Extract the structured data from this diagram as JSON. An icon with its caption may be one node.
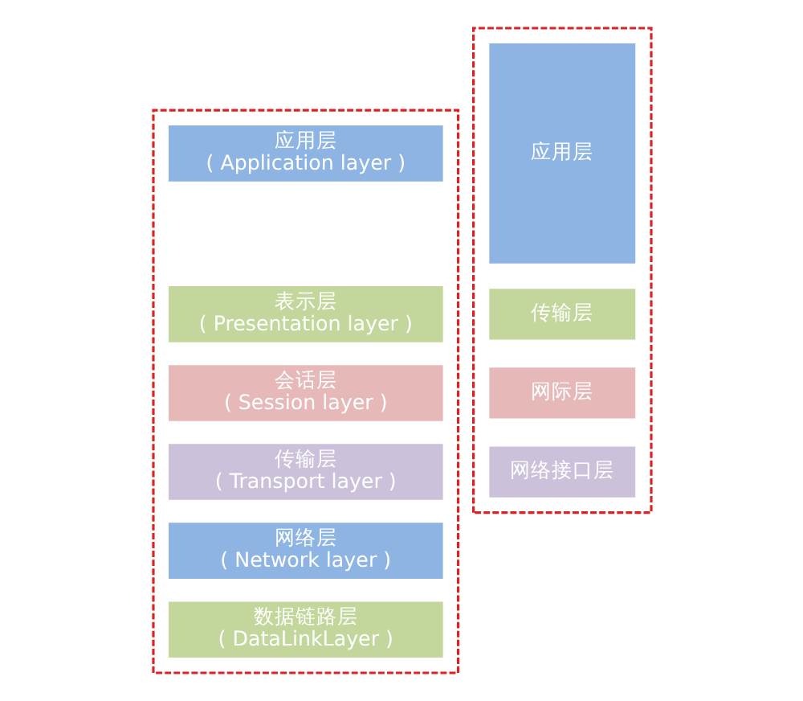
{
  "diagram": {
    "nodes": [
      {
        "text": [],
        "shape": "box"
      },
      {
        "text": [
          "应用层",
          "( Application layer )"
        ],
        "in": 0
      },
      {
        "text": [
          "表示层",
          "( Presentation layer )"
        ],
        "in": 0
      },
      {
        "text": [
          "会话层",
          "( Session layer )"
        ],
        "in": 0
      },
      {
        "text": [
          "传输层",
          "( Transport layer )"
        ],
        "in": 0
      },
      {
        "text": [
          "网络层",
          "( Network layer )"
        ],
        "in": 0
      },
      {
        "text": [
          "数据链路层",
          "( DataLinkLayer )"
        ],
        "in": 0
      },
      {
        "text": [],
        "shape": "box"
      },
      {
        "text": [
          "应用层"
        ],
        "in": 7
      },
      {
        "text": [
          "传输层"
        ],
        "in": 7
      },
      {
        "text": [
          "网际层"
        ],
        "in": 7
      },
      {
        "text": [
          "网络接口层"
        ],
        "in": 7
      }
    ]
  }
}
